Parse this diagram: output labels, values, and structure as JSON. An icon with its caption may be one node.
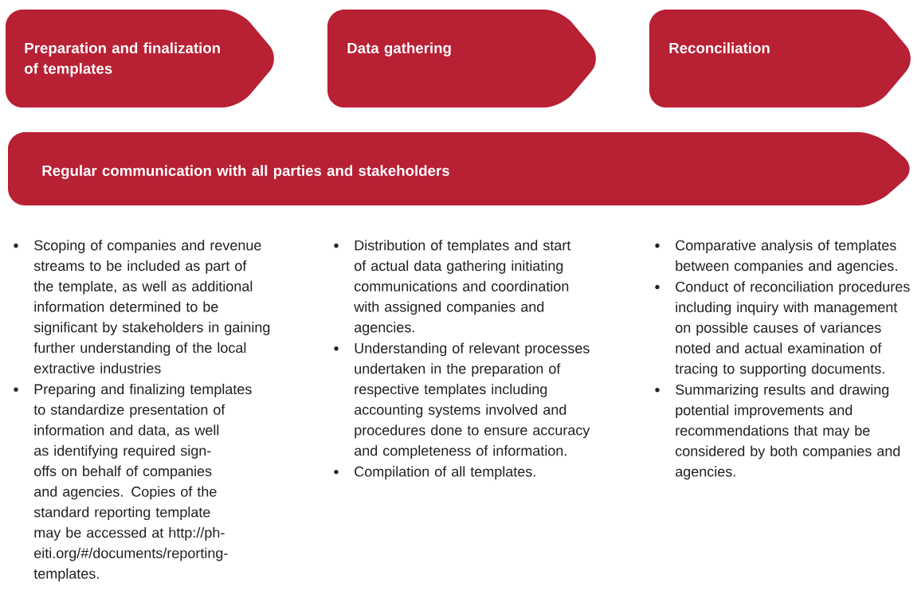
{
  "diagram": {
    "nodes": [
      {
        "text": [
          "Preparation and finalization of templates"
        ]
      },
      {
        "text": [
          "Data gathering"
        ]
      },
      {
        "text": [
          "Reconciliation"
        ]
      },
      {
        "text": [
          "Regular communication with all parties and stakeholders"
        ]
      }
    ],
    "labels": [
      "Scoping of companies and revenue streams to be included as part of the template, as well as additional information determined to be significant by stakeholders in gaining further understanding of the local extractive industries",
      "Preparing and finalizing templates to standardize presentation of information and data, as well as identifying required sign-offs on behalf of companies and agencies. Copies of the standard reporting template may be accessed at http://ph-eiti.org/#/documents/reporting-templates.",
      "Distribution of templates and start of actual data gathering initiating communications and coordination with assigned companies and agencies.",
      "Understanding of relevant processes undertaken in the preparation of respective templates including accounting systems involved and procedures done to ensure accuracy and completeness of information.",
      "Compilation of all templates.",
      "Comparative analysis of templates between companies and agencies.",
      "Conduct of reconciliation procedures including inquiry with management on possible causes of variances noted and actual examination of tracing to supporting documents.",
      "Summarizing results and drawing potential improvements and recommendations that may be considered by both companies and agencies."
    ]
  }
}
